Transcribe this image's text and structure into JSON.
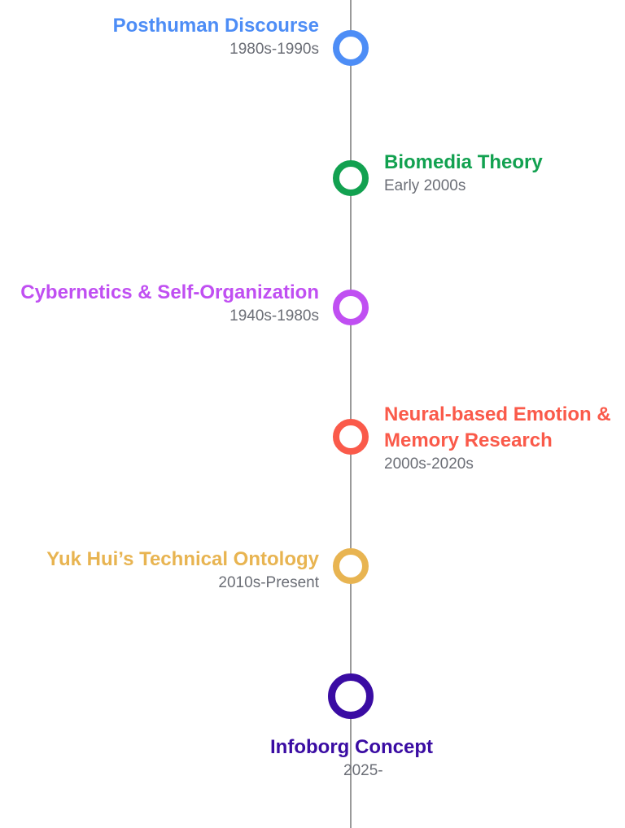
{
  "timeline": {
    "events": [
      {
        "title": "Posthuman Discourse",
        "period": "1980s-1990s",
        "color": "#4d8df6"
      },
      {
        "title": "Biomedia Theory",
        "period": "Early 2000s",
        "color": "#12a150"
      },
      {
        "title": "Cybernetics & Self-Organization",
        "period": "1940s-1980s",
        "color": "#c04ff2"
      },
      {
        "title": "Neural-based Emotion & Memory Research",
        "title_line1": "Neural-based Emotion &",
        "title_line2": "Memory Research",
        "period": "2000s-2020s",
        "color": "#fa5a4a"
      },
      {
        "title": "Yuk Hui’s Technical Ontology",
        "period": "2010s-Present",
        "color": "#e8b451"
      },
      {
        "title": "Infoborg Concept",
        "period": "2025-",
        "color": "#3a0ca3"
      }
    ]
  }
}
